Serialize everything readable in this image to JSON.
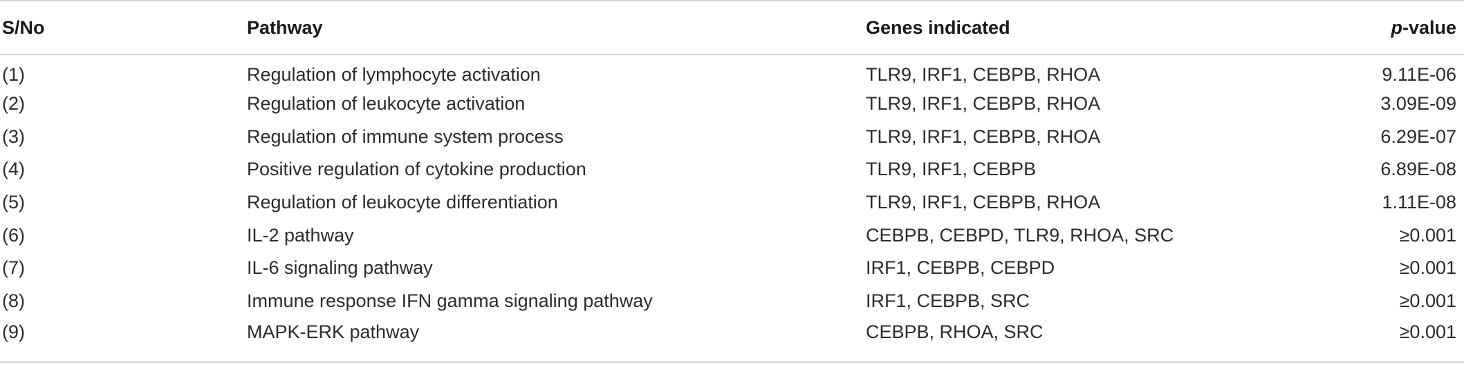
{
  "table": {
    "headers": {
      "sno": "S/No",
      "pathway": "Pathway",
      "genes": "Genes indicated",
      "pvalue_italic": "p",
      "pvalue_rest": "-value"
    },
    "rows": [
      {
        "sno": "(1)",
        "pathway": "Regulation of lymphocyte activation",
        "genes": "TLR9, IRF1, CEBPB, RHOA",
        "pvalue": "9.11E-06"
      },
      {
        "sno": "(2)",
        "pathway": "Regulation of leukocyte activation",
        "genes": "TLR9, IRF1, CEBPB, RHOA",
        "pvalue": "3.09E-09"
      },
      {
        "sno": "(3)",
        "pathway": "Regulation of immune system process",
        "genes": "TLR9, IRF1, CEBPB, RHOA",
        "pvalue": "6.29E-07"
      },
      {
        "sno": "(4)",
        "pathway": "Positive regulation of cytokine production",
        "genes": "TLR9, IRF1, CEBPB",
        "pvalue": "6.89E-08"
      },
      {
        "sno": "(5)",
        "pathway": "Regulation of leukocyte differentiation",
        "genes": "TLR9, IRF1, CEBPB, RHOA",
        "pvalue": "1.11E-08"
      },
      {
        "sno": "(6)",
        "pathway": "IL-2 pathway",
        "genes": "CEBPB, CEBPD, TLR9, RHOA, SRC",
        "pvalue": "≥0.001"
      },
      {
        "sno": "(7)",
        "pathway": "IL-6 signaling pathway",
        "genes": "IRF1, CEBPB, CEBPD",
        "pvalue": "≥0.001"
      },
      {
        "sno": "(8)",
        "pathway": "Immune response IFN gamma signaling pathway",
        "genes": "IRF1, CEBPB, SRC",
        "pvalue": "≥0.001"
      },
      {
        "sno": "(9)",
        "pathway": "MAPK-ERK pathway",
        "genes": "CEBPB, RHOA, SRC",
        "pvalue": "≥0.001"
      }
    ]
  }
}
